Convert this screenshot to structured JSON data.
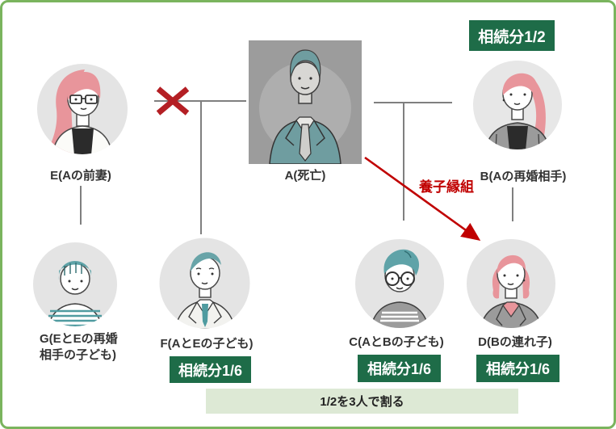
{
  "people": {
    "e": {
      "label": "E(Aの前妻)"
    },
    "a": {
      "label": "A(死亡)"
    },
    "b": {
      "label": "B(Aの再婚相手)",
      "badge": "相続分1/2"
    },
    "g": {
      "label": "G(EとEの再婚\n相手の子ども)"
    },
    "f": {
      "label": "F(AとEの子ども)",
      "badge": "相続分1/6"
    },
    "c": {
      "label": "C(AとBの子ども)",
      "badge": "相続分1/6"
    },
    "d": {
      "label": "D(Bの連れ子)",
      "badge": "相続分1/6"
    }
  },
  "annotations": {
    "adoption": "養子縁組",
    "division": "1/2を3人で割る"
  },
  "colors": {
    "badge_green": "#1e6c48",
    "frame_green": "#7ab45e",
    "bar_green": "#dde9d5",
    "line_gray": "#7f7f7f",
    "arrow_red": "#c00000",
    "cross_red": "#b41f24"
  }
}
